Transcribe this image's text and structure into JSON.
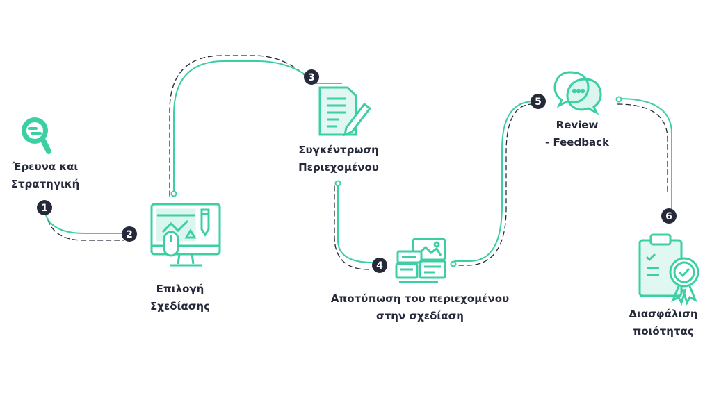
{
  "colors": {
    "accent": "#3ccfa4",
    "dark": "#26293a",
    "background": "#ffffff"
  },
  "steps": [
    {
      "number": "1",
      "icon": "magnifier-icon",
      "lines": [
        "Έρευνα και",
        "Στρατηγική"
      ]
    },
    {
      "number": "2",
      "icon": "computer-design-icon",
      "lines": [
        "Επιλογή",
        "Σχεδίασης"
      ]
    },
    {
      "number": "3",
      "icon": "document-pen-icon",
      "lines": [
        "Συγκέντρωση",
        "Περιεχομένου"
      ]
    },
    {
      "number": "4",
      "icon": "content-layout-icon",
      "lines": [
        "Αποτύπωση του περιεχομένου",
        "στην σχεδίαση"
      ]
    },
    {
      "number": "5",
      "icon": "chat-bubbles-icon",
      "lines": [
        "Review",
        "- Feedback"
      ]
    },
    {
      "number": "6",
      "icon": "clipboard-award-icon",
      "lines": [
        "Διασφάλιση",
        "ποιότητας"
      ]
    }
  ]
}
